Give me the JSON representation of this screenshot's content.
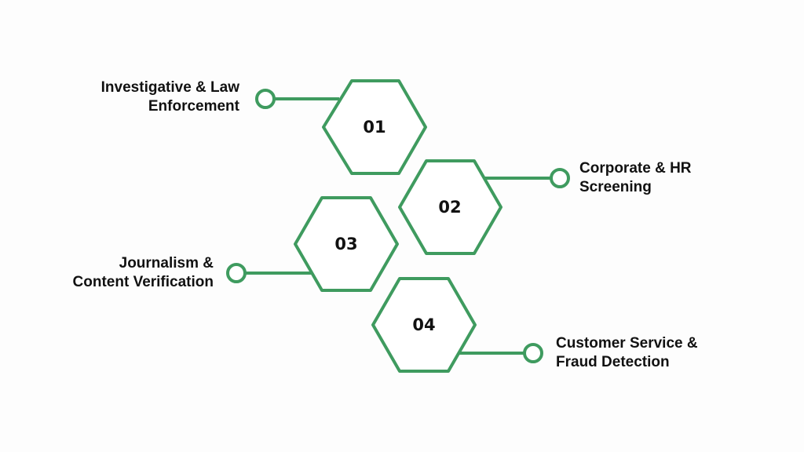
{
  "colors": {
    "accent": "#3f9b5f",
    "text": "#111111",
    "background": "#fdfdfd"
  },
  "steps": [
    {
      "number": "01",
      "label_line1": "Investigative & Law",
      "label_line2": "Enforcement"
    },
    {
      "number": "02",
      "label_line1": "Corporate & HR",
      "label_line2": "Screening"
    },
    {
      "number": "03",
      "label_line1": "Journalism &",
      "label_line2": "Content Verification"
    },
    {
      "number": "04",
      "label_line1": "Customer Service &",
      "label_line2": "Fraud Detection"
    }
  ]
}
